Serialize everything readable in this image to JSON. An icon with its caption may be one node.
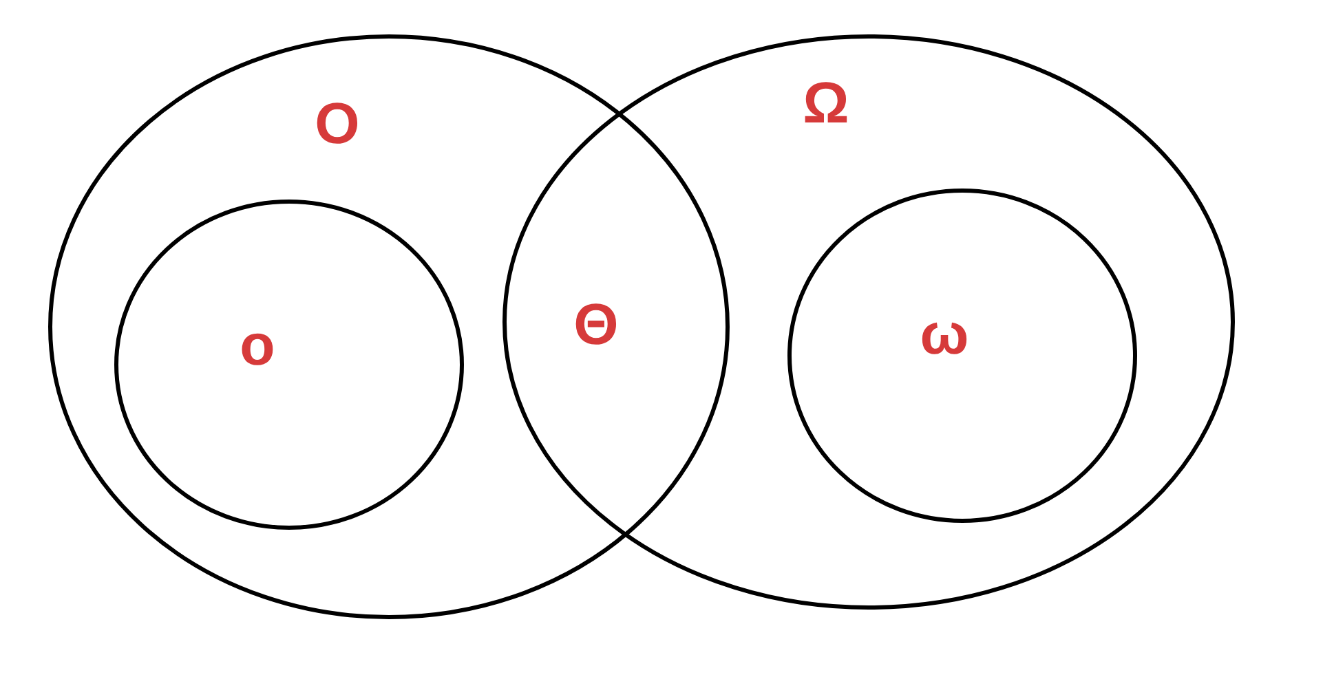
{
  "diagram": {
    "nodes": [
      {
        "text": [
          "O"
        ]
      },
      {
        "text": [
          "o"
        ],
        "in": 0
      },
      {
        "text": [
          "Ω"
        ]
      },
      {
        "text": [
          "ω"
        ],
        "in": 2
      }
    ],
    "labels": [
      "Θ"
    ]
  }
}
